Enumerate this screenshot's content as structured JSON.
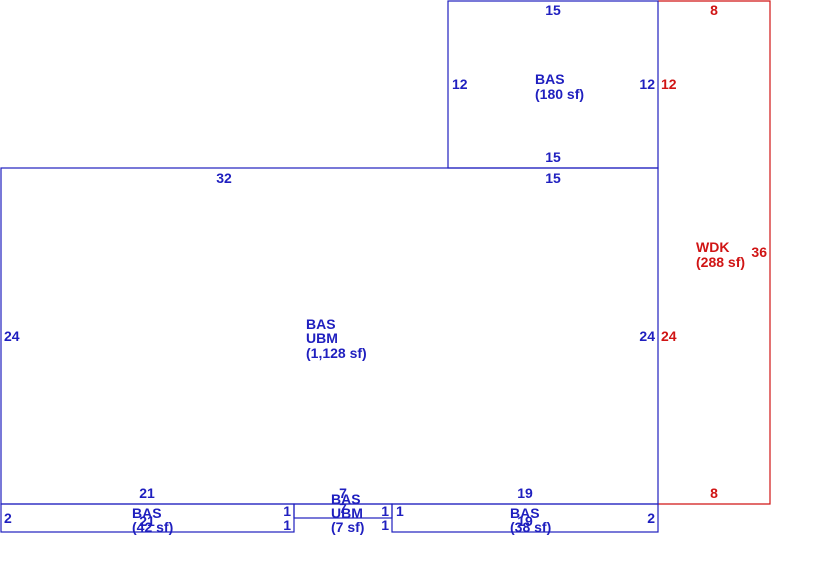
{
  "colors": {
    "bas": "#1f1fbf",
    "wdk": "#d01414",
    "background": "#ffffff"
  },
  "areas": {
    "upper_bas": {
      "code": "BAS",
      "area": "(180 sf)"
    },
    "main": {
      "code1": "BAS",
      "code2": "UBM",
      "area": "(1,128 sf)"
    },
    "wdk": {
      "code": "WDK",
      "area": "(288 sf)"
    },
    "left_strip": {
      "code": "BAS",
      "area": "(42 sf)"
    },
    "mid_strip": {
      "code1": "BAS",
      "code2": "UBM",
      "area": "(7 sf)"
    },
    "right_strip": {
      "code": "BAS",
      "area": "(38 sf)"
    }
  },
  "dimensions": {
    "upper_top": "15",
    "upper_left": "12",
    "upper_right": "12",
    "upper_bottom": "15",
    "main_top_left": "32",
    "main_top_right": "15",
    "main_left": "24",
    "main_right": "24",
    "wdk_top": "8",
    "wdk_right_upper": "12",
    "wdk_side": "36",
    "wdk_right_lower": "24",
    "wdk_bottom": "8",
    "strip_left_top": "21",
    "strip_left_side": "2",
    "strip_left_right_a": "1",
    "strip_left_right_b": "1",
    "strip_left_under": "21",
    "strip_mid_top": "7",
    "strip_mid_bottom": "7",
    "strip_mid_left": "1",
    "strip_mid_right": "1",
    "strip_right_left": "1",
    "strip_right_top": "19",
    "strip_right_under": "19",
    "strip_right_side": "2"
  }
}
